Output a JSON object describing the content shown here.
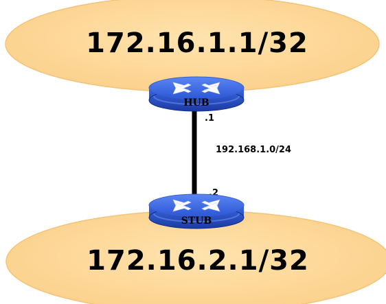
{
  "networks": {
    "top": {
      "label": "172.16.1.1/32"
    },
    "bottom": {
      "label": "172.16.2.1/32"
    }
  },
  "routers": {
    "hub": {
      "label": "HUB",
      "interface": ".1"
    },
    "stub": {
      "label": "STUB",
      "interface": ".2"
    }
  },
  "link": {
    "subnet": "192.168.1.0/24"
  },
  "colors": {
    "ellipse_fill": "#FDD592",
    "ellipse_stroke": "#F0B860",
    "router_blue": "#2F5FE0",
    "router_dark": "#1E3FA8",
    "link": "#000000"
  },
  "icons": {
    "router": "router-icon"
  }
}
